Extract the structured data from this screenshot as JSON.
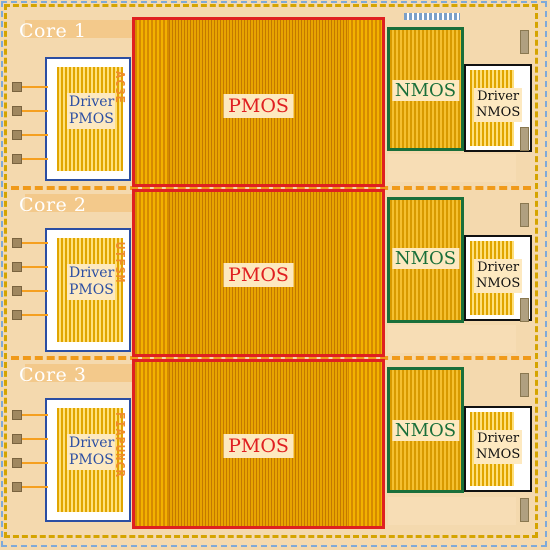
{
  "cores": [
    {
      "label": "Core 1",
      "pmos_label": "PMOS",
      "nmos_label": "NMOS",
      "driver_pmos_lines": [
        "Driver",
        "PMOS"
      ],
      "driver_nmos_lines": [
        "Driver",
        "NMOS"
      ],
      "chip_name": "AC3E"
    },
    {
      "label": "Core 2",
      "pmos_label": "PMOS",
      "nmos_label": "NMOS",
      "driver_pmos_lines": [
        "Driver",
        "PMOS"
      ],
      "driver_nmos_lines": [
        "Driver",
        "NMOS"
      ],
      "chip_name": "UTFSM"
    },
    {
      "label": "Core 3",
      "pmos_label": "PMOS",
      "nmos_label": "NMOS",
      "driver_pmos_lines": [
        "Driver",
        "PMOS"
      ],
      "driver_nmos_lines": [
        "Driver",
        "NMOS"
      ],
      "chip_name": "FIAPUNCR"
    }
  ],
  "colors": {
    "pmos_border": "#e02020",
    "nmos_border": "#1a6f3a",
    "driver_pmos_border": "#2b4ea3",
    "driver_nmos_border": "#111111",
    "core_border": "#f09a1a",
    "metal": "#f2b100"
  }
}
